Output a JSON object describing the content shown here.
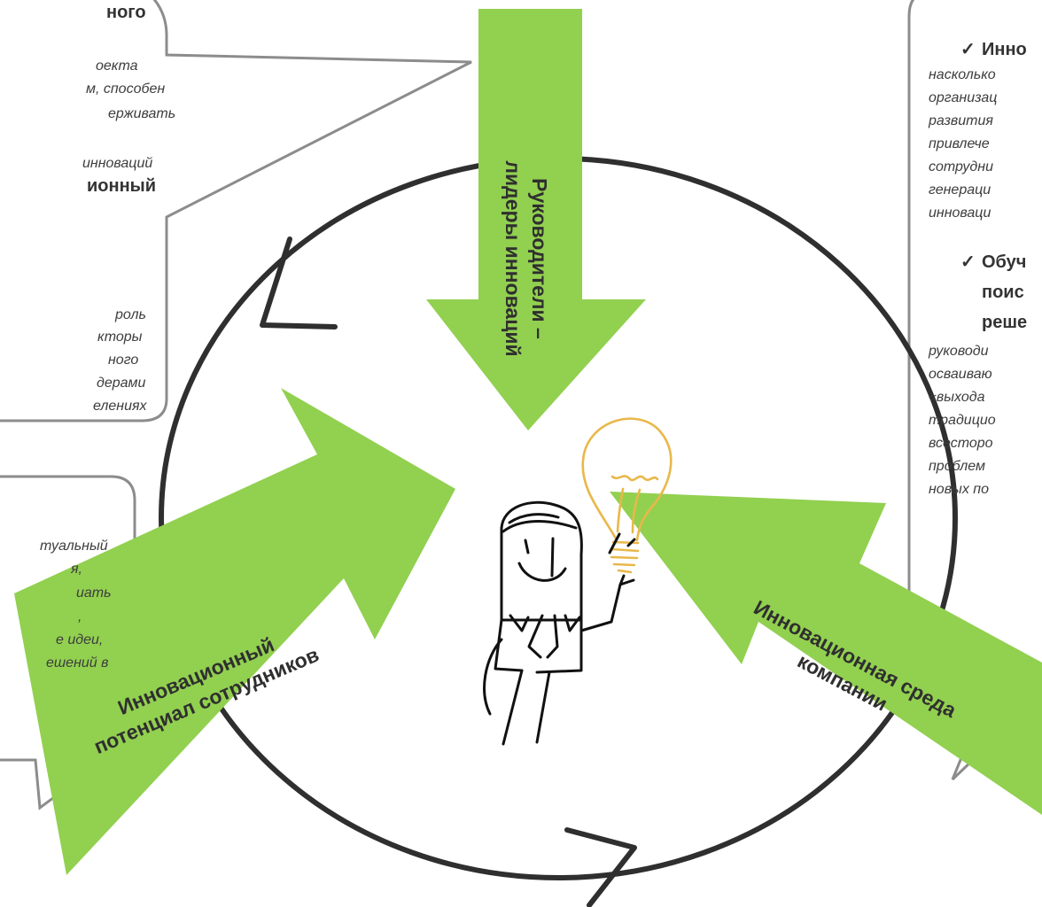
{
  "arrows": {
    "top": {
      "line1": "Руководители –",
      "line2": "лидеры инноваций"
    },
    "left": {
      "line1": "Инновационный",
      "line2": "потенциал сотрудников"
    },
    "right": {
      "line1": "Инновационная среда",
      "line2": "компании"
    }
  },
  "left_top_callout": {
    "line1": "ного",
    "line2": "оекта",
    "line3": "м, способен",
    "line4": "ерживать",
    "line5": "инноваций",
    "line6": "ионный",
    "line7": "роль",
    "line8": "кторы",
    "line9": "ного",
    "line10": "дерами",
    "line11": "елениях"
  },
  "left_bottom_callout": {
    "line1": "туальный",
    "line2": "я,",
    "line3": "иать",
    "line4": ",",
    "line5": "е идеи,",
    "line6": "ешений в"
  },
  "right_callout": {
    "item1_heading": "Инно",
    "item1_line1": "насколько",
    "item1_line2": "организац",
    "item1_line3": "развития",
    "item1_line4": "привлече",
    "item1_line5": "сотрудни",
    "item1_line6": "генераци",
    "item1_line7": "инноваци",
    "item2_heading1": "Обуч",
    "item2_heading2": "поис",
    "item2_heading3": "реше",
    "item2_line1": "руководи",
    "item2_line2": "осваиваю",
    "item2_line3": "«выхода",
    "item2_line4": "традицио",
    "item2_line5": "всесторо",
    "item2_line6": "проблем",
    "item2_line7": "новых по"
  },
  "check_mark": "✓",
  "colors": {
    "arrow_green": "#92d050",
    "circle_stroke": "#2f2f2f",
    "callout_stroke": "#8c8c8c",
    "bulb_yellow": "#e8b84a"
  },
  "icons": [
    "lightbulb-icon",
    "person-figure-icon"
  ]
}
